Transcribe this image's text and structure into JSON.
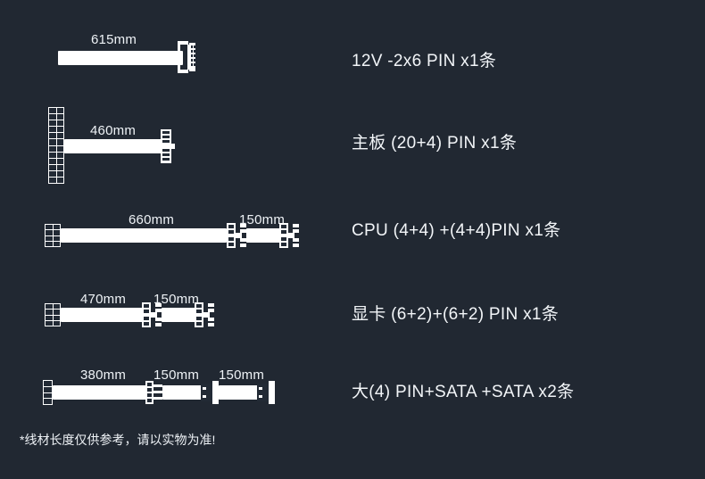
{
  "page": {
    "background_color": "#212832",
    "line_color": "#ffffff",
    "text_color": "#f2f5f8",
    "footnote": "*线材长度仅供参考，请以实物为准!"
  },
  "cables": [
    {
      "id": "pcie-12vhpwr",
      "description": "12V -2x6 PIN x1条",
      "segments": [
        {
          "length_label": "615mm"
        }
      ],
      "connectors": [
        "flat-end",
        "12vhpwr-plug"
      ]
    },
    {
      "id": "motherboard-24pin",
      "description": "主板 (20+4) PIN x1条",
      "segments": [
        {
          "length_label": "460mm"
        }
      ],
      "connectors": [
        "atx-24pin-grid",
        "psu-side-plug"
      ]
    },
    {
      "id": "cpu-eps",
      "description": "CPU (4+4) +(4+4)PIN x1条",
      "segments": [
        {
          "length_label": "660mm"
        },
        {
          "length_label": "150mm"
        }
      ],
      "connectors": [
        "psu-8pin-grid",
        "eps-4plus4-plug",
        "eps-4plus4-plug"
      ]
    },
    {
      "id": "gpu-pcie",
      "description": "显卡 (6+2)+(6+2) PIN x1条",
      "segments": [
        {
          "length_label": "470mm"
        },
        {
          "length_label": "150mm"
        }
      ],
      "connectors": [
        "psu-8pin-grid",
        "pcie-6plus2-plug",
        "pcie-6plus2-plug"
      ]
    },
    {
      "id": "peripheral-sata",
      "description": "大(4) PIN+SATA +SATA x2条",
      "segments": [
        {
          "length_label": "380mm"
        },
        {
          "length_label": "150mm"
        },
        {
          "length_label": "150mm"
        }
      ],
      "connectors": [
        "psu-4pin-grid",
        "molex-4pin-plug",
        "sata-plug",
        "sata-plug"
      ]
    }
  ]
}
